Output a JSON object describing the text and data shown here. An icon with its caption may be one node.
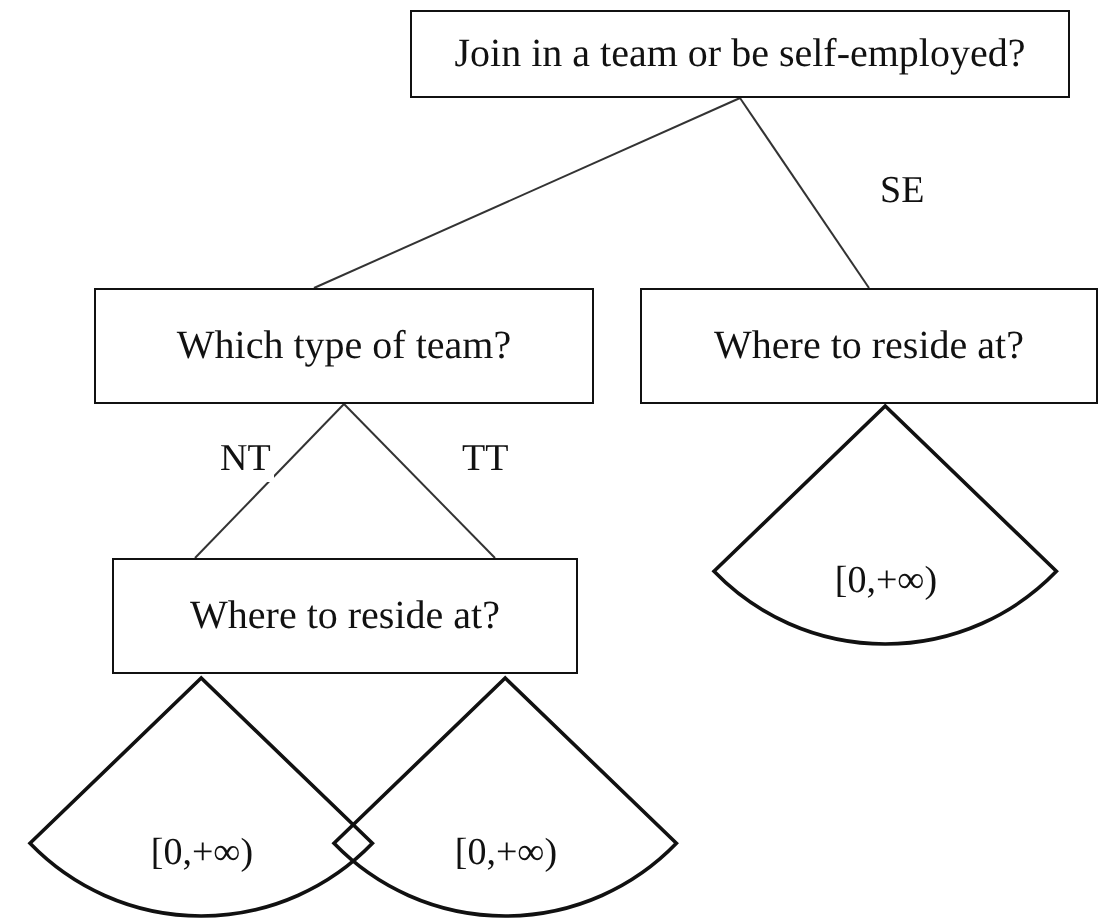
{
  "diagram": {
    "nodes": [
      {
        "text": [
          "Join in a team or be self-employed?"
        ]
      },
      {
        "text": [
          "Which type of team?"
        ]
      },
      {
        "text": [
          "Where to reside at?"
        ]
      },
      {
        "text": [
          "Where to reside at?"
        ]
      },
      {
        "text": [
          "[0,+∞)"
        ]
      },
      {
        "text": [
          "[0,+∞)"
        ]
      },
      {
        "text": [
          "[0,+∞)"
        ]
      }
    ],
    "edges": [
      {
        "from": 0,
        "to": 1,
        "arrow": "none"
      },
      {
        "from": 0,
        "to": 2,
        "arrow": "none",
        "label": "SE"
      },
      {
        "from": 1,
        "to": 3,
        "arrow": "none",
        "label": "NT"
      },
      {
        "from": 1,
        "to": 3,
        "arrow": "none",
        "label": "TT"
      }
    ]
  }
}
